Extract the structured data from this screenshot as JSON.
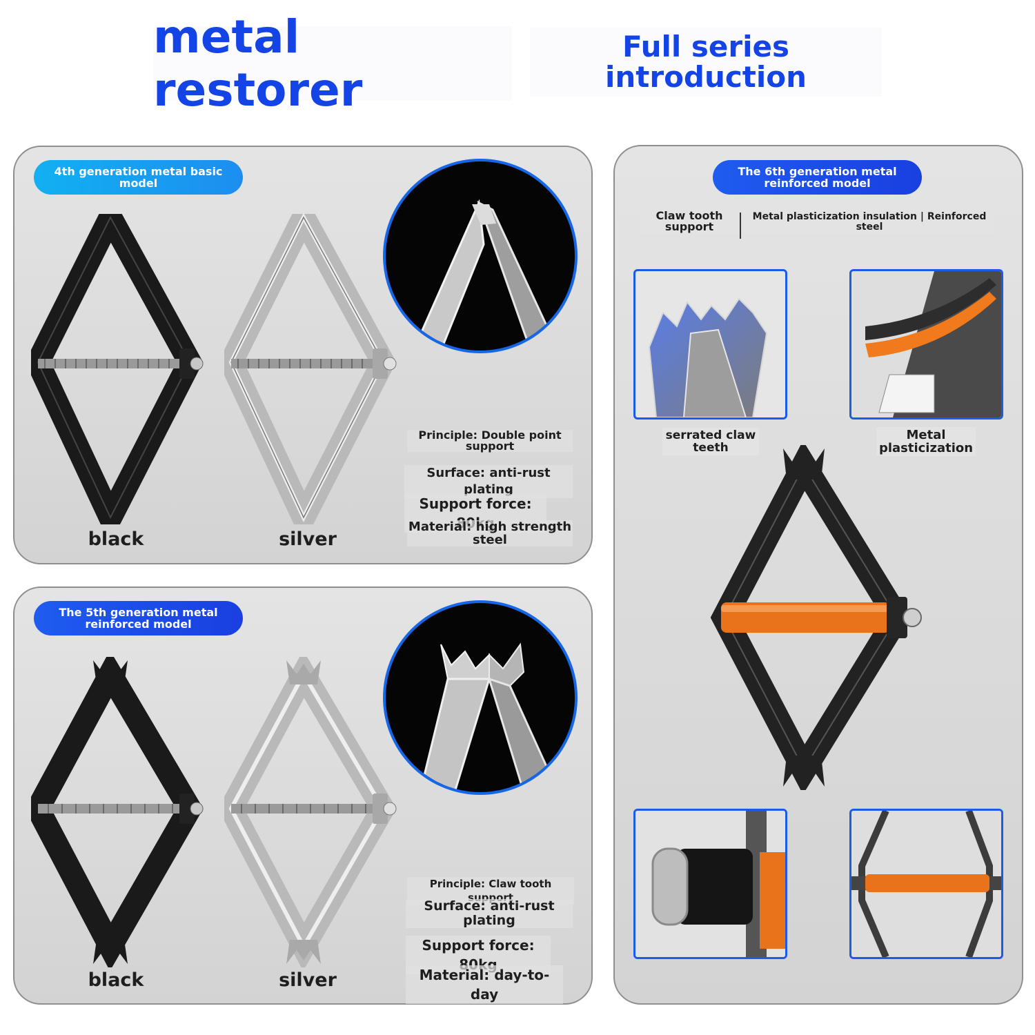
{
  "header": {
    "title": "metal restorer",
    "subtitle_line1": "Full series",
    "subtitle_line2": "introduction"
  },
  "gen4": {
    "badge_line1": "4th generation metal basic",
    "badge_line2": "model",
    "variants": [
      "black",
      "silver"
    ],
    "specs": {
      "principle_line1": "Principle: Double point",
      "principle_line2": "support",
      "surface": "Surface: anti-rust plating",
      "force": "Support force: 80kg",
      "material_line1": "Material: high strength",
      "material_line2": "steel"
    }
  },
  "gen5": {
    "badge_line1": "The 5th generation metal",
    "badge_line2": "reinforced model",
    "variants": [
      "black",
      "silver"
    ],
    "specs": {
      "principle": "Principle: Claw tooth support",
      "surface_line1": "Surface: anti-rust",
      "surface_line2": "plating",
      "force": "Support force: 80kg",
      "material": "Material: day-to-day"
    }
  },
  "gen6": {
    "badge_line1": "The 6th generation metal",
    "badge_line2": "reinforced model",
    "feature_left_line1": "Claw tooth",
    "feature_left_line2": "support",
    "feature_right_line1": "Metal plasticization insulation | Reinforced",
    "feature_right_line2": "steel",
    "detail_left_line1": "serrated claw",
    "detail_left_line2": "teeth",
    "detail_right_line1": "Metal",
    "detail_right_line2": "plasticization"
  },
  "colors": {
    "accent_blue": "#1444e6",
    "badge_cyan": "#12b0f2",
    "badge_blue": "#1f5cf0",
    "rod_orange": "#e8731a",
    "panel_gray": "#d9d9d9"
  }
}
